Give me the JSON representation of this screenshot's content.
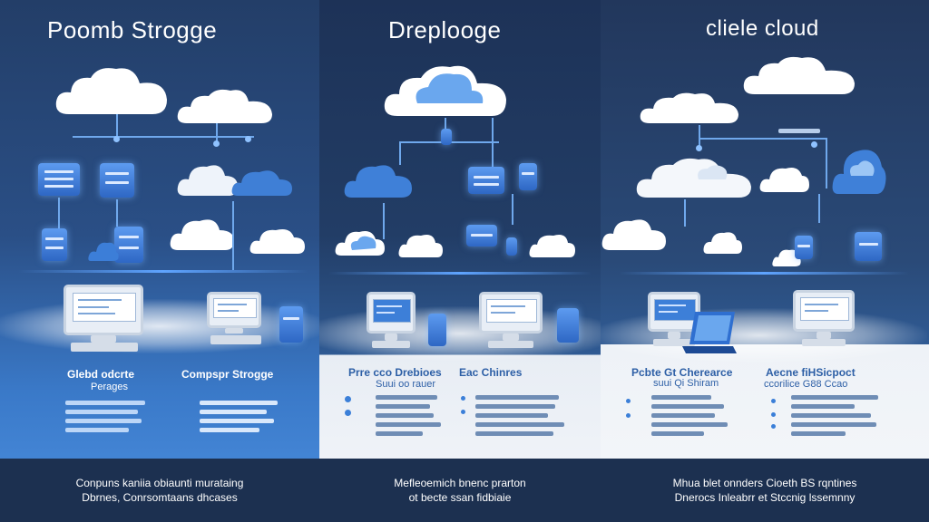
{
  "panels": [
    {
      "title": "Poomb Strogge",
      "headings": [
        "Glebd odcrte",
        "Perages",
        "Compspr Strogge"
      ],
      "caption_lines": [
        "Conpuns kaniia obiaunti murataing",
        "Dbrnes, Conrsomtaans dhcases"
      ]
    },
    {
      "title": "Dreplooge",
      "headings": [
        "Prre cco Drebioes",
        "Suui oo rauer",
        "Eac Chinres"
      ],
      "caption_lines": [
        "Mefleoemich bnenc prarton",
        "ot becte ssan fidbiaie"
      ]
    },
    {
      "title": "cliele cloud",
      "headings": [
        "Pcbte Gt Cherearce",
        "suui Qi Shiram",
        "Aecne fiHSicpoct",
        "ccorilice G88 Ccao"
      ],
      "caption_lines": [
        "Mhua blet onnders Cioeth BS rqntines",
        "Dnerocs Inleabrr et Stccnig lssemnny"
      ]
    }
  ],
  "colors": {
    "accent_blue": "#4b8fe0",
    "dark_navy": "#1e3558",
    "white": "#ffffff"
  },
  "icons": [
    "cloud-icon",
    "server-icon",
    "monitor-icon",
    "laptop-icon",
    "connector-node-icon"
  ]
}
